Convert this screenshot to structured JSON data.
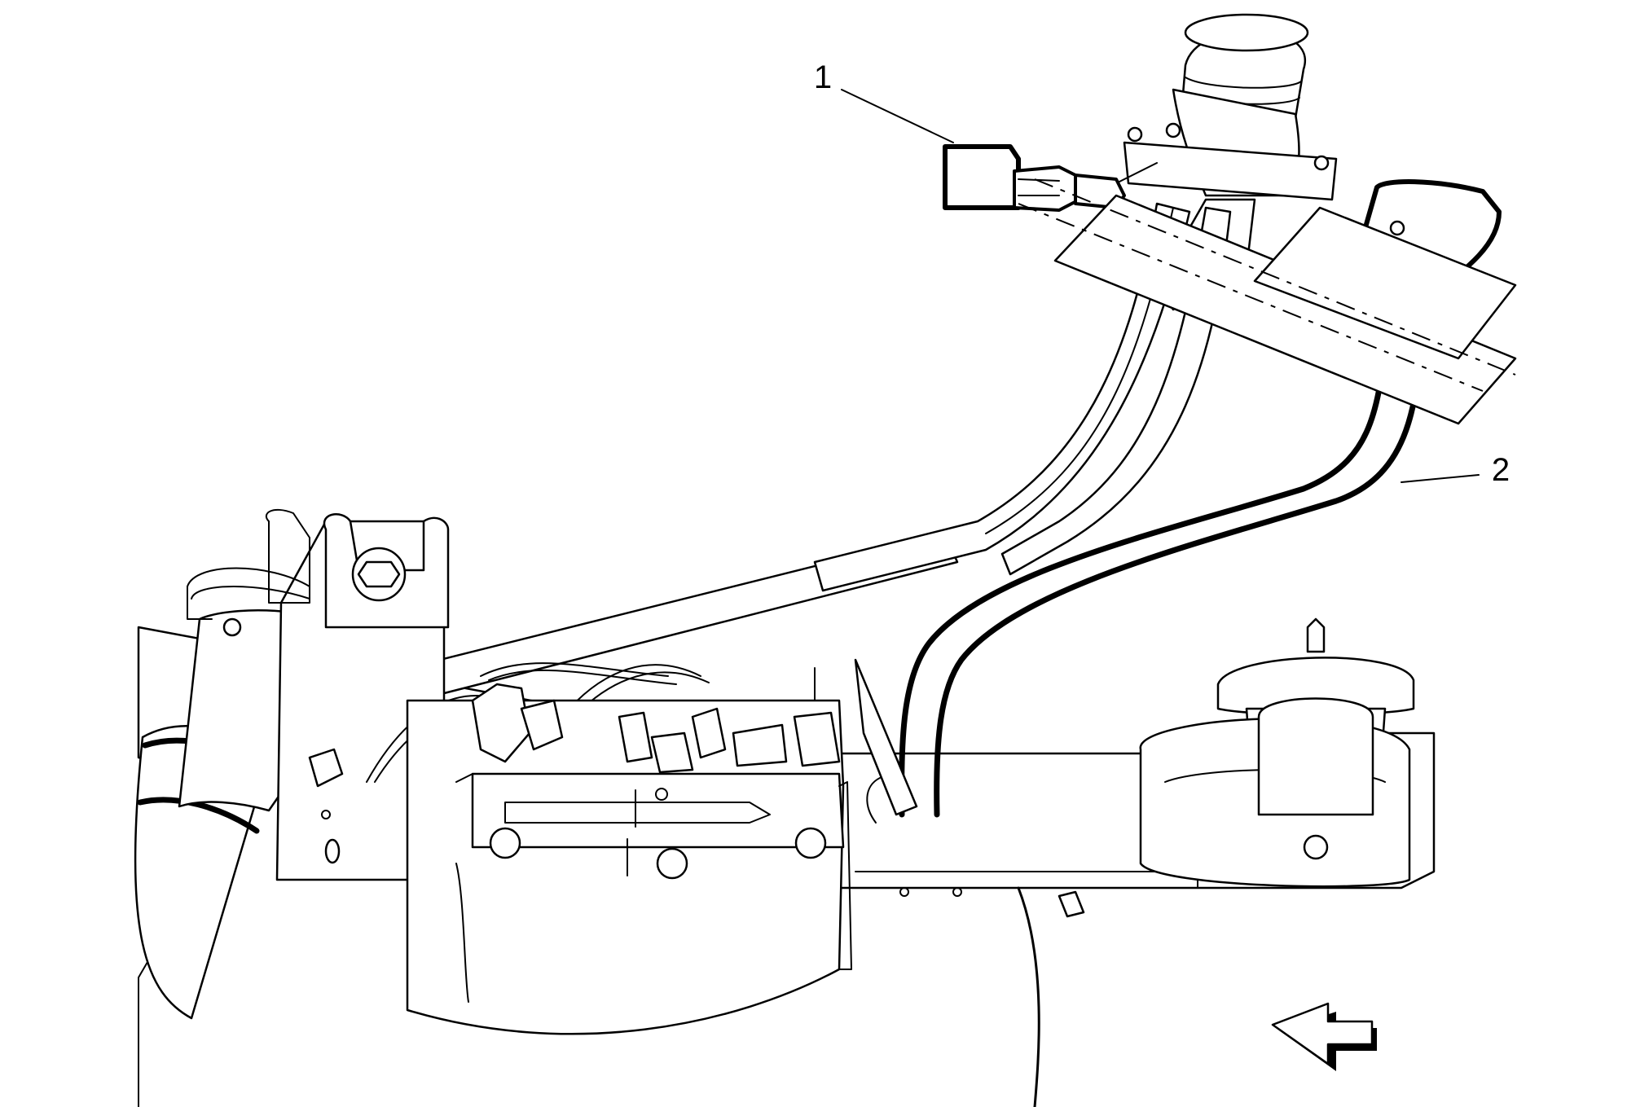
{
  "callouts": [
    {
      "id": "1",
      "label": "1"
    },
    {
      "id": "2",
      "label": "2"
    }
  ],
  "direction_arrow": {
    "icon": "left-arrow-icon",
    "meaning": "vehicle-front-direction"
  }
}
